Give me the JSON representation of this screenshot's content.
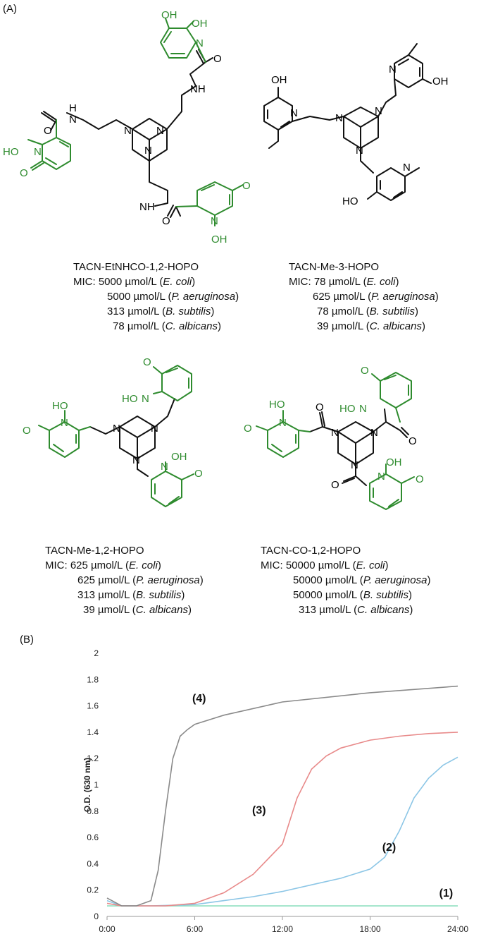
{
  "panels": {
    "a": "(A)",
    "b": "(B)"
  },
  "atoms": {
    "oh": "OH",
    "ho": "HO",
    "o": "O",
    "n": "N",
    "nh": "NH",
    "h": "H",
    "n_h": "H"
  },
  "colors": {
    "hopo": "#2e8b2e",
    "bond": "#111111",
    "series1": "#8ddfbf",
    "series2": "#8cc6e6",
    "series3": "#e88a8a",
    "series4": "#8a8a8a"
  },
  "compounds": [
    {
      "name": "TACN-EtNHCO-1,2-HOPO",
      "mic_prefix": "MIC:",
      "values": [
        {
          "conc": "5000 µmol/L (",
          "org": "E. coli",
          "end": ")"
        },
        {
          "conc": "5000 µmol/L (",
          "org": "P. aeruginosa",
          "end": ")"
        },
        {
          "conc": "313 µmol/L (",
          "org": "B. subtilis",
          "end": ")"
        },
        {
          "conc": "78 µmol/L (",
          "org": "C. albicans",
          "end": ")"
        }
      ]
    },
    {
      "name": "TACN-Me-3-HOPO",
      "mic_prefix": "MIC:",
      "values": [
        {
          "conc": "78 µmol/L (",
          "org": "E. coli",
          "end": ")"
        },
        {
          "conc": "625 µmol/L (",
          "org": "P. aeruginosa",
          "end": ")"
        },
        {
          "conc": "78 µmol/L (",
          "org": "B. subtilis",
          "end": ")"
        },
        {
          "conc": "39 µmol/L (",
          "org": "C. albicans",
          "end": ")"
        }
      ]
    },
    {
      "name": "TACN-Me-1,2-HOPO",
      "mic_prefix": "MIC:",
      "values": [
        {
          "conc": "625 µmol/L (",
          "org": "E. coli",
          "end": ")"
        },
        {
          "conc": "625 µmol/L (",
          "org": "P. aeruginosa",
          "end": ")"
        },
        {
          "conc": "313 µmol/L (",
          "org": "B. subtilis",
          "end": ")"
        },
        {
          "conc": "39 µmol/L (",
          "org": "C. albicans",
          "end": ")"
        }
      ]
    },
    {
      "name": "TACN-CO-1,2-HOPO",
      "mic_prefix": "MIC:",
      "values": [
        {
          "conc": "50000 µmol/L (",
          "org": "E. coli",
          "end": ")"
        },
        {
          "conc": "50000 µmol/L (",
          "org": "P.  aeruginosa",
          "end": ")"
        },
        {
          "conc": "50000 µmol/L (",
          "org": "B. subtilis",
          "end": ")"
        },
        {
          "conc": "313 µmol/L (",
          "org": "C. albicans",
          "end": ")"
        }
      ]
    }
  ],
  "chart_data": {
    "type": "line",
    "title": "",
    "xlabel": "",
    "ylabel": "O.D. (630 nm)",
    "xlim": [
      0,
      24
    ],
    "ylim": [
      0,
      2
    ],
    "x_ticks": [
      "0:00",
      "6:00",
      "12:00",
      "18:00",
      "24:00"
    ],
    "y_ticks": [
      "0",
      "0.2",
      "0.4",
      "0.6",
      "0.8",
      "1",
      "1.2",
      "1.4",
      "1.6",
      "1.8",
      "2"
    ],
    "grid": false,
    "series": [
      {
        "name": "(1)",
        "color": "#8ddfbf",
        "x": [
          0,
          1,
          3,
          6,
          12,
          18,
          24
        ],
        "y": [
          0.08,
          0.08,
          0.08,
          0.08,
          0.08,
          0.08,
          0.08
        ]
      },
      {
        "name": "(2)",
        "color": "#8cc6e6",
        "x": [
          0,
          1,
          3,
          6,
          8,
          10,
          12,
          14,
          16,
          18,
          19,
          20,
          21,
          22,
          23,
          24
        ],
        "y": [
          0.12,
          0.08,
          0.08,
          0.09,
          0.12,
          0.15,
          0.19,
          0.24,
          0.29,
          0.36,
          0.45,
          0.65,
          0.9,
          1.05,
          1.15,
          1.21
        ]
      },
      {
        "name": "(3)",
        "color": "#e88a8a",
        "x": [
          0,
          1,
          4,
          6,
          8,
          10,
          12,
          13,
          14,
          15,
          16,
          18,
          20,
          22,
          24
        ],
        "y": [
          0.1,
          0.08,
          0.08,
          0.1,
          0.18,
          0.32,
          0.55,
          0.9,
          1.12,
          1.22,
          1.28,
          1.34,
          1.37,
          1.39,
          1.4
        ]
      },
      {
        "name": "(4)",
        "color": "#8a8a8a",
        "x": [
          0,
          1,
          2,
          3,
          3.5,
          4,
          4.5,
          5,
          5.5,
          6,
          8,
          12,
          18,
          24
        ],
        "y": [
          0.14,
          0.08,
          0.08,
          0.12,
          0.35,
          0.8,
          1.2,
          1.37,
          1.42,
          1.46,
          1.53,
          1.63,
          1.7,
          1.75
        ]
      }
    ]
  }
}
